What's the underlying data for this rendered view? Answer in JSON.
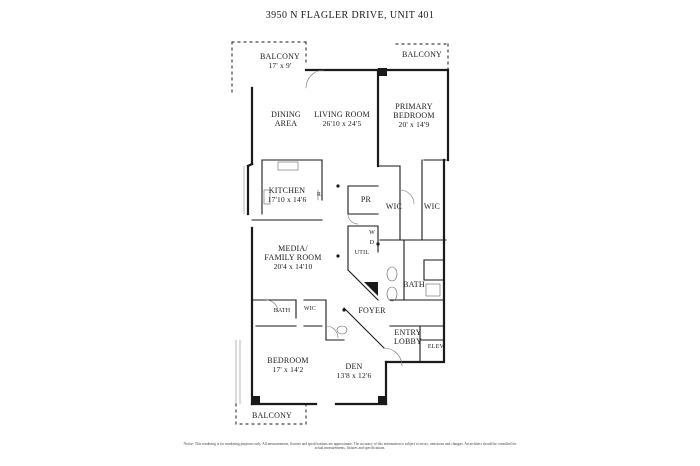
{
  "title": "3950 N FLAGLER DRIVE, UNIT 401",
  "rooms": {
    "balcony_top_left": {
      "name": "BALCONY",
      "dims": "17' x 9'"
    },
    "balcony_top_right": {
      "name": "BALCONY"
    },
    "dining": {
      "name": "DINING AREA"
    },
    "living": {
      "name": "LIVING ROOM",
      "dims": "26'10 x 24'5"
    },
    "primary": {
      "name": "PRIMARY BEDROOM",
      "dims": "20' x 14'9"
    },
    "kitchen": {
      "name": "KITCHEN",
      "dims": "17'10 x 14'6"
    },
    "pr": {
      "name": "PR"
    },
    "wic1": {
      "name": "WIC"
    },
    "wic2": {
      "name": "WIC"
    },
    "media": {
      "name": "MEDIA/ FAMILY ROOM",
      "dims": "20'4 x 14'10"
    },
    "util": {
      "name": "UTIL"
    },
    "w": {
      "name": "W"
    },
    "d": {
      "name": "D"
    },
    "r": {
      "name": "R"
    },
    "bath": {
      "name": "BATH"
    },
    "foyer": {
      "name": "FOYER"
    },
    "entry": {
      "name": "ENTRY LOBBY"
    },
    "elev": {
      "name": "ELEV"
    },
    "bath_small": {
      "name": "BATH"
    },
    "wic3": {
      "name": "WIC"
    },
    "bedroom": {
      "name": "BEDROOM",
      "dims": "17' x 14'2"
    },
    "den": {
      "name": "DEN",
      "dims": "13'8 x 12'6"
    },
    "balcony_bottom": {
      "name": "BALCONY"
    }
  },
  "notice": "Notice: This rendering is for marketing purposes only. All measurements, fixtures and specifications are approximate. The accuracy of this information is subject to errors, omissions and changes. An architect should be consulted for actual measurements, fixtures and specifications."
}
